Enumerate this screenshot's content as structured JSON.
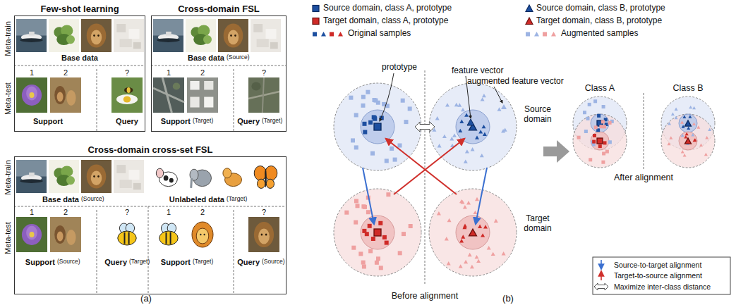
{
  "diagram": {
    "nodes": [
      {
        "text": [
          "Few-shot learning"
        ]
      },
      {
        "text": [
          "Cross-domain FSL"
        ]
      },
      {
        "text": [
          "Cross-domain cross-set FSL"
        ]
      }
    ],
    "labels": [
      "Meta-train",
      "Meta-test",
      "Base data",
      "1",
      "2",
      "?",
      "Support",
      "Query",
      "Base data",
      "(Source)",
      "1",
      "2",
      "?",
      "Support",
      "(Target)",
      "Query",
      "(Target)",
      "Meta-train",
      "Meta-test",
      "Base data",
      "(Source)",
      "Unlabeled data",
      "(Target)",
      "1",
      "2",
      "?",
      "1",
      "2",
      "?",
      "Support",
      "(Source)",
      "Query",
      "(Target)",
      "Support",
      "(Target)",
      "Query",
      "(Source)",
      "(a)",
      "prototype",
      "feature vector",
      "augmented feature vector",
      "Source domain",
      "Target domain",
      "Before alignment",
      "Class A",
      "Class B",
      "After alignment",
      "(b)"
    ],
    "legend": [
      {
        "text": "Source domain, class A, prototype"
      },
      {
        "text": "Source domain, class B, prototype"
      },
      {
        "text": "Target domain, class A, prototype"
      },
      {
        "text": "Target domain, class B, prototype"
      },
      {
        "text": "Original samples"
      },
      {
        "text": "Augmented samples"
      },
      {
        "text": "Source-to-target alignment"
      },
      {
        "text": "Target-to-source alignment"
      },
      {
        "text": "Maximize inter-class distance"
      }
    ]
  }
}
